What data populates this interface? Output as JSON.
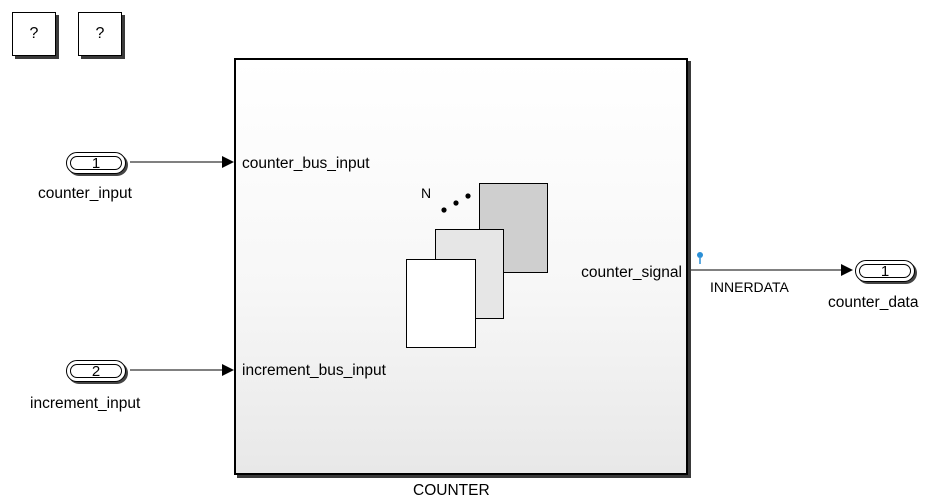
{
  "annotations": [
    {
      "label": "?"
    },
    {
      "label": "?"
    }
  ],
  "inports": [
    {
      "number": "1",
      "name": "counter_input"
    },
    {
      "number": "2",
      "name": "increment_input"
    }
  ],
  "subsystem": {
    "name": "COUNTER",
    "input_ports": [
      "counter_bus_input",
      "increment_bus_input"
    ],
    "output_port": "counter_signal",
    "icon_letter": "N"
  },
  "signal": {
    "name": "INNERDATA"
  },
  "outport": {
    "number": "1",
    "name": "counter_data"
  },
  "colors": {
    "line": "#000000",
    "signal_marker": "#2a8fd6",
    "page_back": "#cfcfcf",
    "page_mid": "#e6e6e6",
    "page_front": "#ffffff"
  }
}
